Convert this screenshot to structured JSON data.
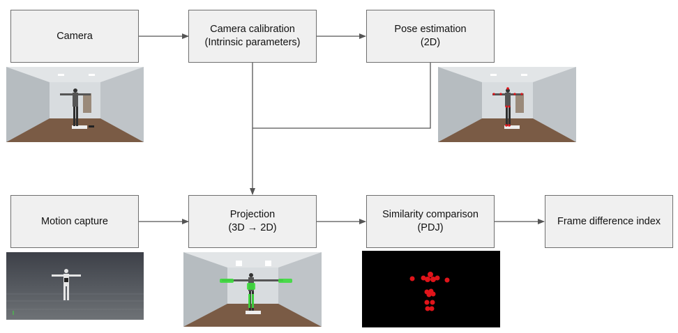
{
  "nodes": {
    "camera": {
      "line1": "Camera",
      "line2": ""
    },
    "calibration": {
      "line1": "Camera calibration",
      "line2": "(Intrinsic parameters)"
    },
    "pose": {
      "line1": "Pose estimation",
      "line2": "(2D)"
    },
    "mocap": {
      "line1": "Motion capture",
      "line2": ""
    },
    "projection": {
      "line1": "Projection",
      "line2": "(3D → 2D)"
    },
    "similarity": {
      "line1": "Similarity comparison",
      "line2": "(PDJ)"
    },
    "frame_diff": {
      "line1": "Frame difference index",
      "line2": ""
    }
  },
  "images": {
    "camera_photo": "room-with-person-t-pose-photo",
    "pose_photo": "room-with-person-t-pose-photo-with-keypoints",
    "mocap_render": "3d-avatar-t-pose-render",
    "projection_photo": "room-photo-with-projected-green-skeleton",
    "pdj_keypoints": "red-keypoints-on-black"
  },
  "colors": {
    "box_fill": "#f0f0f0",
    "box_border": "#6e6e6e",
    "arrow": "#555555",
    "keypoint": "#e0141a",
    "projected_skeleton": "#3ddc3d"
  }
}
